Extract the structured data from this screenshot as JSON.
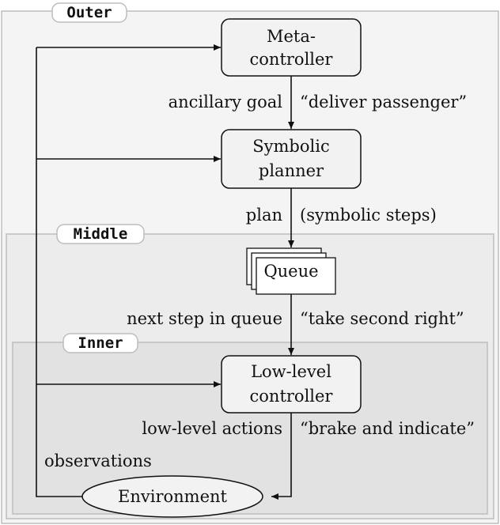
{
  "regions": {
    "outer": {
      "label": "Outer"
    },
    "middle": {
      "label": "Middle"
    },
    "inner": {
      "label": "Inner"
    }
  },
  "nodes": {
    "meta_controller": {
      "line1": "Meta-",
      "line2": "controller"
    },
    "symbolic_planner": {
      "line1": "Symbolic",
      "line2": "planner"
    },
    "queue": {
      "label": "Queue"
    },
    "low_level_controller": {
      "line1": "Low-level",
      "line2": "controller"
    },
    "environment": {
      "label": "Environment"
    }
  },
  "edges": {
    "meta_to_planner": {
      "label": "ancillary goal",
      "example": "“deliver passenger”"
    },
    "planner_to_queue": {
      "label": "plan",
      "example": "(symbolic steps)"
    },
    "queue_to_controller": {
      "label": "next step in queue",
      "example": "“take second right”"
    },
    "controller_to_env": {
      "label": "low-level actions",
      "example": "“brake and indicate”"
    },
    "env_feedback": {
      "label": "observations"
    }
  },
  "colors": {
    "outer_fill": "#f4f4f4",
    "middle_fill": "#ececec",
    "inner_fill": "#e2e2e2",
    "region_border": "#bdbdbd",
    "node_fill": "#f2f2f2",
    "stroke": "#111111"
  }
}
